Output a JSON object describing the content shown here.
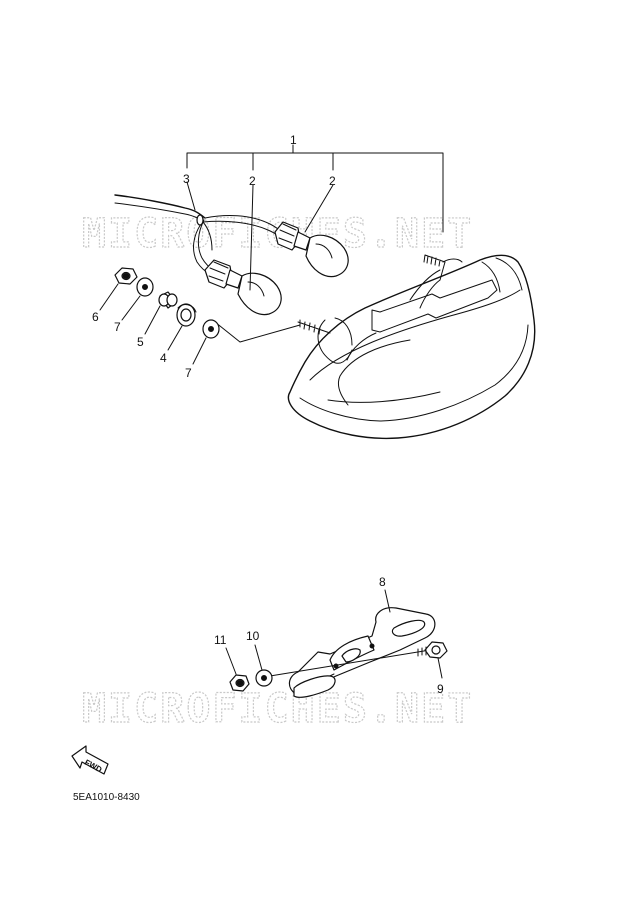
{
  "watermark": {
    "text": "MICROFICHES.NET",
    "color": "#c9c9c9"
  },
  "callouts": {
    "c1": "1",
    "c2a": "2",
    "c2b": "2",
    "c3": "3",
    "c4": "4",
    "c5": "5",
    "c6": "6",
    "c7a": "7",
    "c7b": "7",
    "c8": "8",
    "c9": "9",
    "c10": "10",
    "c11": "11"
  },
  "fwd_label": "FWD",
  "diagram_code": "5EA1010-8430",
  "icons": {
    "forward": "fwd-arrow-icon"
  }
}
